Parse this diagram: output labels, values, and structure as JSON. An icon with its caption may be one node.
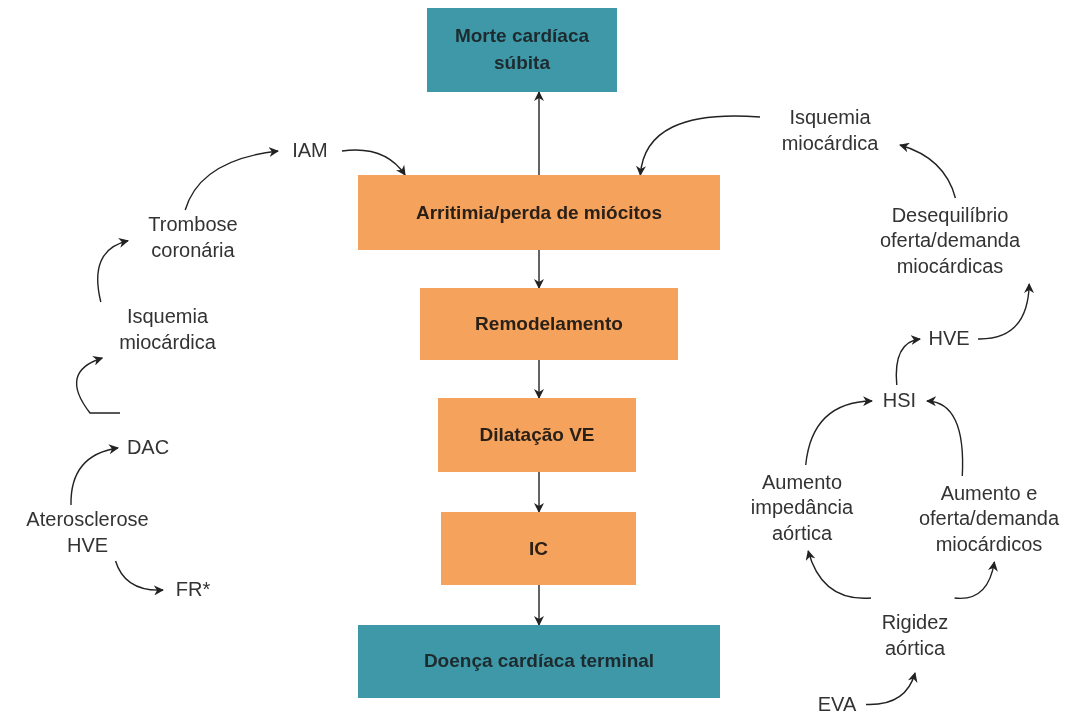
{
  "diagram": {
    "nodes": [
      {
        "text": [
          "Morte cardíaca súbita"
        ]
      },
      {
        "text": [
          "Arritimia/perda de miócitos"
        ]
      },
      {
        "text": [
          "Remodelamento"
        ]
      },
      {
        "text": [
          "Dilatação VE"
        ]
      },
      {
        "text": [
          "IC"
        ]
      },
      {
        "text": [
          "Doença cardíaca terminal"
        ]
      },
      {
        "text": [
          "IAM"
        ]
      },
      {
        "text": [
          "Trombose coronária"
        ]
      },
      {
        "text": [
          "Isquemia miocárdica"
        ]
      },
      {
        "text": [
          "DAC"
        ]
      },
      {
        "text": [
          "Aterosclerose HVE"
        ]
      },
      {
        "text": [
          "FR*"
        ]
      },
      {
        "text": [
          "Isquemia miocárdica"
        ]
      },
      {
        "text": [
          "Desequilíbrio oferta/demanda miocárdicas"
        ]
      },
      {
        "text": [
          "HVE"
        ]
      },
      {
        "text": [
          "HSI"
        ]
      },
      {
        "text": [
          "Aumento impedância aórtica"
        ]
      },
      {
        "text": [
          "Aumento e oferta/demanda miocárdicos"
        ]
      },
      {
        "text": [
          "Rigidez aórtica"
        ]
      },
      {
        "text": [
          "EVA"
        ]
      }
    ],
    "edges": [
      {
        "from": 1,
        "to": 0,
        "arrow": "to"
      },
      {
        "from": 1,
        "to": 2,
        "arrow": "to"
      },
      {
        "from": 2,
        "to": 3,
        "arrow": "to"
      },
      {
        "from": 3,
        "to": 4,
        "arrow": "to"
      },
      {
        "from": 4,
        "to": 5,
        "arrow": "to"
      },
      {
        "from": 6,
        "to": 1,
        "arrow": "to"
      },
      {
        "from": 12,
        "to": 1,
        "arrow": "to"
      },
      {
        "from": 7,
        "to": 6,
        "arrow": "to"
      },
      {
        "from": 8,
        "to": 7,
        "arrow": "to"
      },
      {
        "from": null,
        "to": 8,
        "arrow": "to"
      },
      {
        "from": 10,
        "to": 9,
        "arrow": "to"
      },
      {
        "from": 10,
        "to": 11,
        "arrow": "to"
      },
      {
        "from": 13,
        "to": 12,
        "arrow": "to"
      },
      {
        "from": 14,
        "to": 13,
        "arrow": "to"
      },
      {
        "from": 15,
        "to": 14,
        "arrow": "to"
      },
      {
        "from": 16,
        "to": 15,
        "arrow": "to"
      },
      {
        "from": 17,
        "to": 15,
        "arrow": "to"
      },
      {
        "from": 18,
        "to": 16,
        "arrow": "to"
      },
      {
        "from": 18,
        "to": 17,
        "arrow": "to"
      },
      {
        "from": 19,
        "to": 18,
        "arrow": "to"
      }
    ]
  }
}
